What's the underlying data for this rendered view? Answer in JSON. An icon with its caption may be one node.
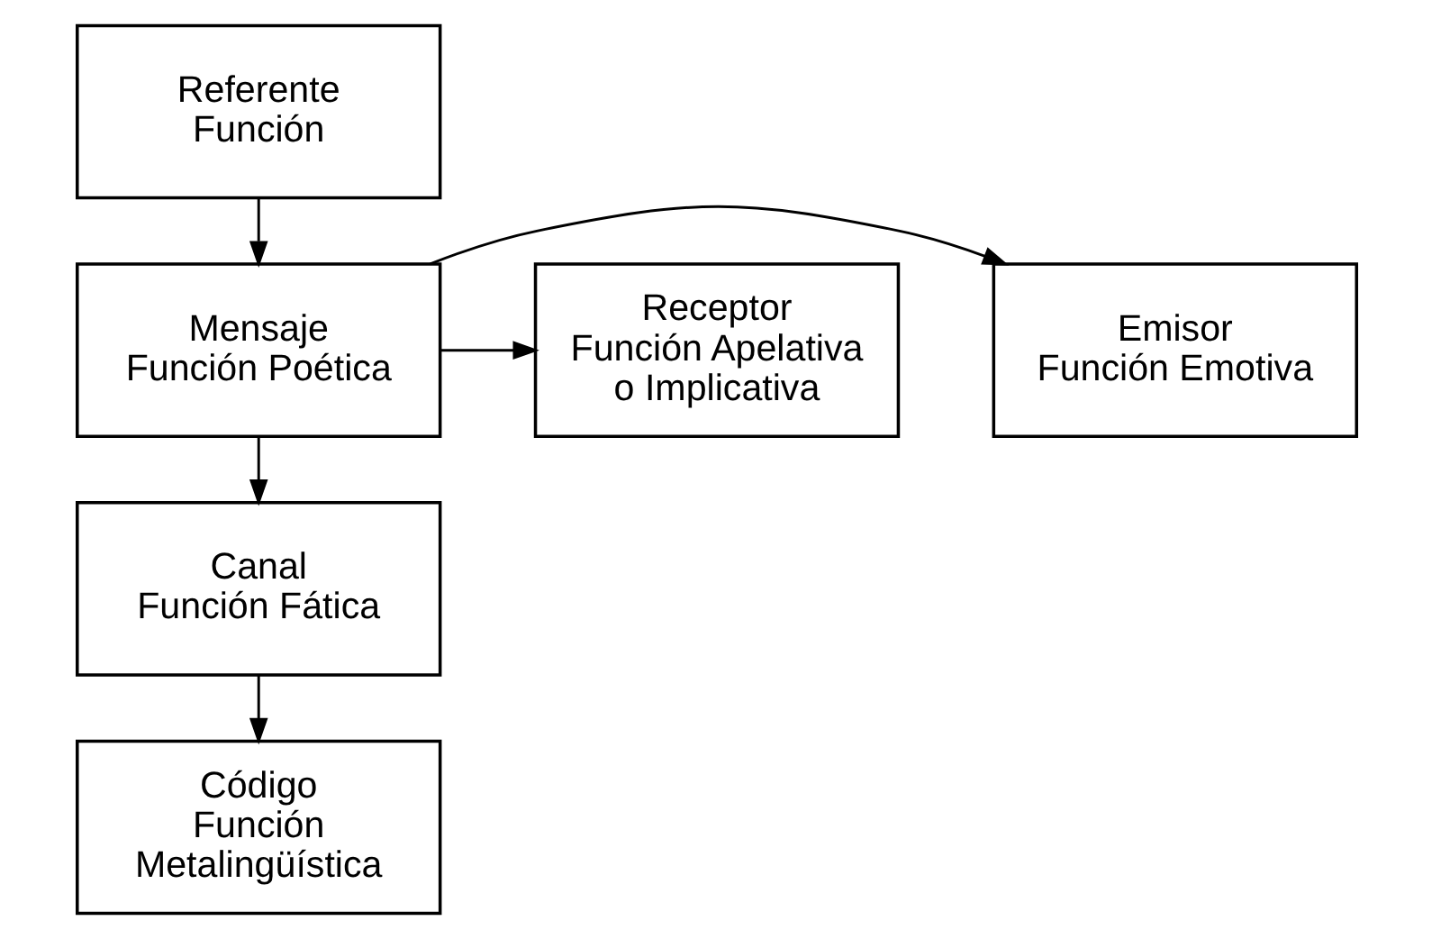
{
  "diagram": {
    "nodes": [
      {
        "text": [
          "Referente",
          "Función"
        ]
      },
      {
        "text": [
          "Emisor",
          "Función Emotiva"
        ]
      },
      {
        "text": [
          "Mensaje",
          "Función Poética"
        ]
      },
      {
        "text": [
          "Receptor",
          "Función Apelativa o Implicativa"
        ]
      },
      {
        "text": [
          "Canal",
          "Función Fática"
        ]
      },
      {
        "text": [
          "Código",
          "Función Metalingüística"
        ]
      }
    ],
    "edges": [
      {
        "from": 0,
        "to": 2,
        "arrow": "to"
      },
      {
        "from": 2,
        "to": 1,
        "arrow": "to"
      },
      {
        "from": 2,
        "to": 3,
        "arrow": "to"
      },
      {
        "from": 2,
        "to": 4,
        "arrow": "to"
      },
      {
        "from": 4,
        "to": 5,
        "arrow": "to"
      }
    ]
  }
}
